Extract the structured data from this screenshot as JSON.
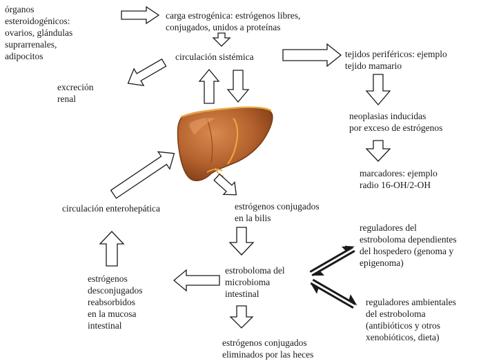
{
  "nodes": {
    "organos": "órganos\nesteroidogénicos:\novarios, glándulas\nsuprarrenales,\nadipocitos",
    "carga": "carga estrogénica: estrógenos libres,\nconjugados, unidos a proteínas",
    "circulacion": "circulación sistémica",
    "tejidos": "tejidos periféricos: ejemplo\ntejido mamario",
    "excrecion": "excreción\nrenal",
    "neoplasias": "neoplasias inducidas\npor exceso de estrógenos",
    "marcadores": "marcadores: ejemplo\nradio 16-OH/2-OH",
    "enterohepatica": "circulación enterohepática",
    "bilis": "estrógenos conjugados\nen la bilis",
    "reg_hospedero": "reguladores del\nestroboloma dependientes\ndel hospedero (genoma y\nepigenoma)",
    "estroboloma": "estroboloma del\nmicrobioma\nintestinal",
    "desconjugados": "estrógenos\ndesconjugados\nreabsorbidos\nen la mucosa\nintestinal",
    "reg_ambientales": "reguladores ambientales\ndel estroboloma\n(antibióticos y otros\nxenobióticos, dieta)",
    "heces": "estrógenos conjugados\neliminados por las heces"
  },
  "colors": {
    "text": "#1a1a1a",
    "liver": "#b4622e",
    "liver_dark": "#7a3a14",
    "liver_highlight": "#d98a4e",
    "liver_outline": "#e8a640",
    "arrow_fill": "#ffffff",
    "arrow_stroke": "#1a1a1a"
  }
}
